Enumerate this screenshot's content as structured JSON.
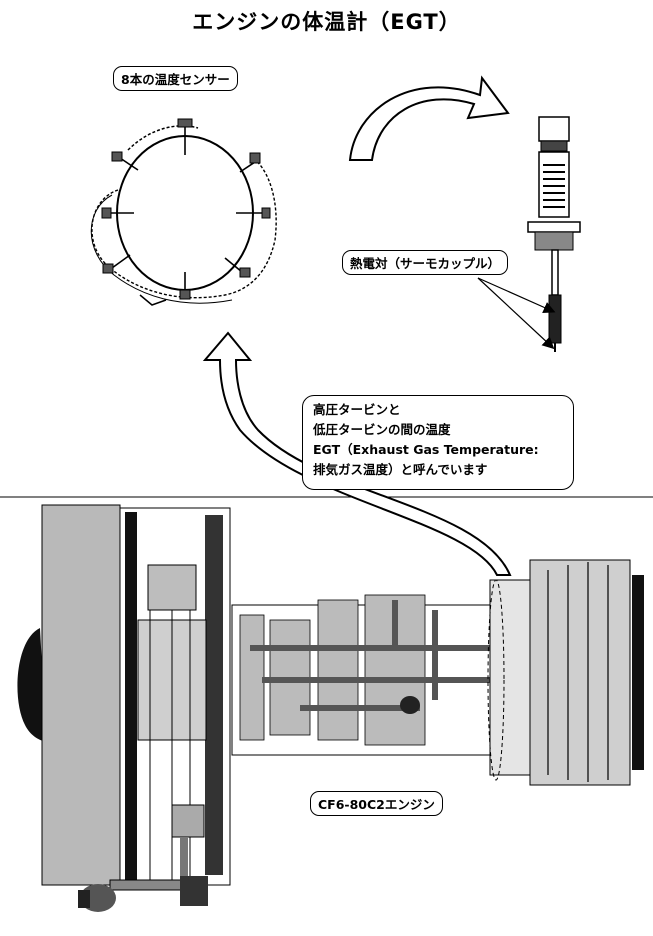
{
  "title": "エンジンの体温計（EGT）",
  "labels": {
    "sensors": "8本の温度センサー",
    "thermocouple": "熱電対（サーモカップル）",
    "engine": "CF6-80C2エンジン"
  },
  "note": {
    "line1": "高圧タービンと",
    "line2": "低圧タービンの間の温度",
    "line3": "EGT（Exhaust Gas Temperature:",
    "line4": "排気ガス温度）と呼んでいます"
  }
}
